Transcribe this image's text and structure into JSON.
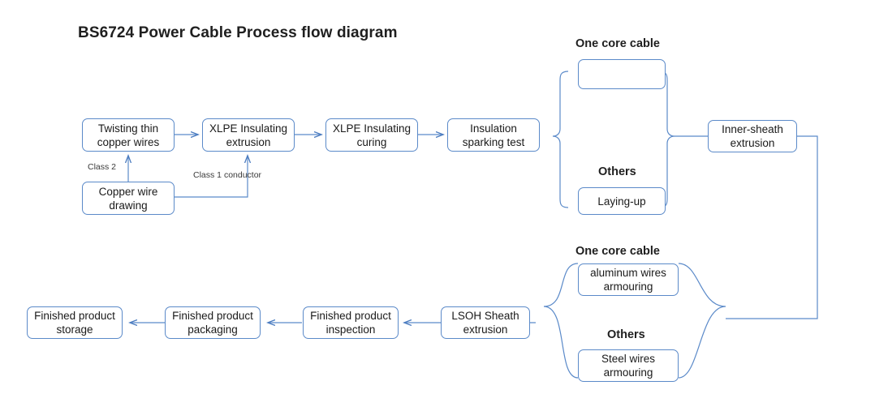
{
  "title": "BS6724 Power Cable Process flow diagram",
  "colors": {
    "box_border": "#5b8ac9",
    "connector": "#5b8ac9",
    "thick_arrow": "#2f5496",
    "text": "#1a1a1a",
    "background": "#ffffff"
  },
  "nodes": {
    "twisting_thin_copper_wires": {
      "line1": "Twisting thin",
      "line2": "copper wires"
    },
    "copper_wire_drawing": {
      "line1": "Copper wire",
      "line2": "drawing"
    },
    "xlpe_insulating_extrusion": {
      "line1": "XLPE Insulating",
      "line2": "extrusion"
    },
    "xlpe_insulating_curing": {
      "line1": "XLPE Insulating",
      "line2": "curing"
    },
    "insulation_sparking_test": {
      "line1": "Insulation",
      "line2": "sparking test"
    },
    "laying_up": {
      "line1": "Laying-up",
      "line2": ""
    },
    "inner_sheath_extrusion": {
      "line1": "Inner-sheath",
      "line2": "extrusion"
    },
    "aluminum_wires_armouring": {
      "line1": "aluminum wires",
      "line2": "armouring"
    },
    "steel_wires_armouring": {
      "line1": "Steel wires",
      "line2": "armouring"
    },
    "lsoh_sheath_extrusion": {
      "line1": "LSOH Sheath",
      "line2": "extrusion"
    },
    "finished_product_inspection": {
      "line1": "Finished product",
      "line2": "inspection"
    },
    "finished_product_packaging": {
      "line1": "Finished product",
      "line2": "packaging"
    },
    "finished_product_storage": {
      "line1": "Finished product",
      "line2": "storage"
    }
  },
  "group_labels": {
    "one_core_cable_top": "One core cable",
    "others_top": "Others",
    "one_core_cable_bottom": "One core cable",
    "others_bottom": "Others"
  },
  "edge_labels": {
    "class_2": "Class 2",
    "class_1_line1": "Class 1",
    "class_1_line2": "conductor"
  },
  "icons": {
    "thick_right_arrow": "thick-right-arrow-icon"
  }
}
